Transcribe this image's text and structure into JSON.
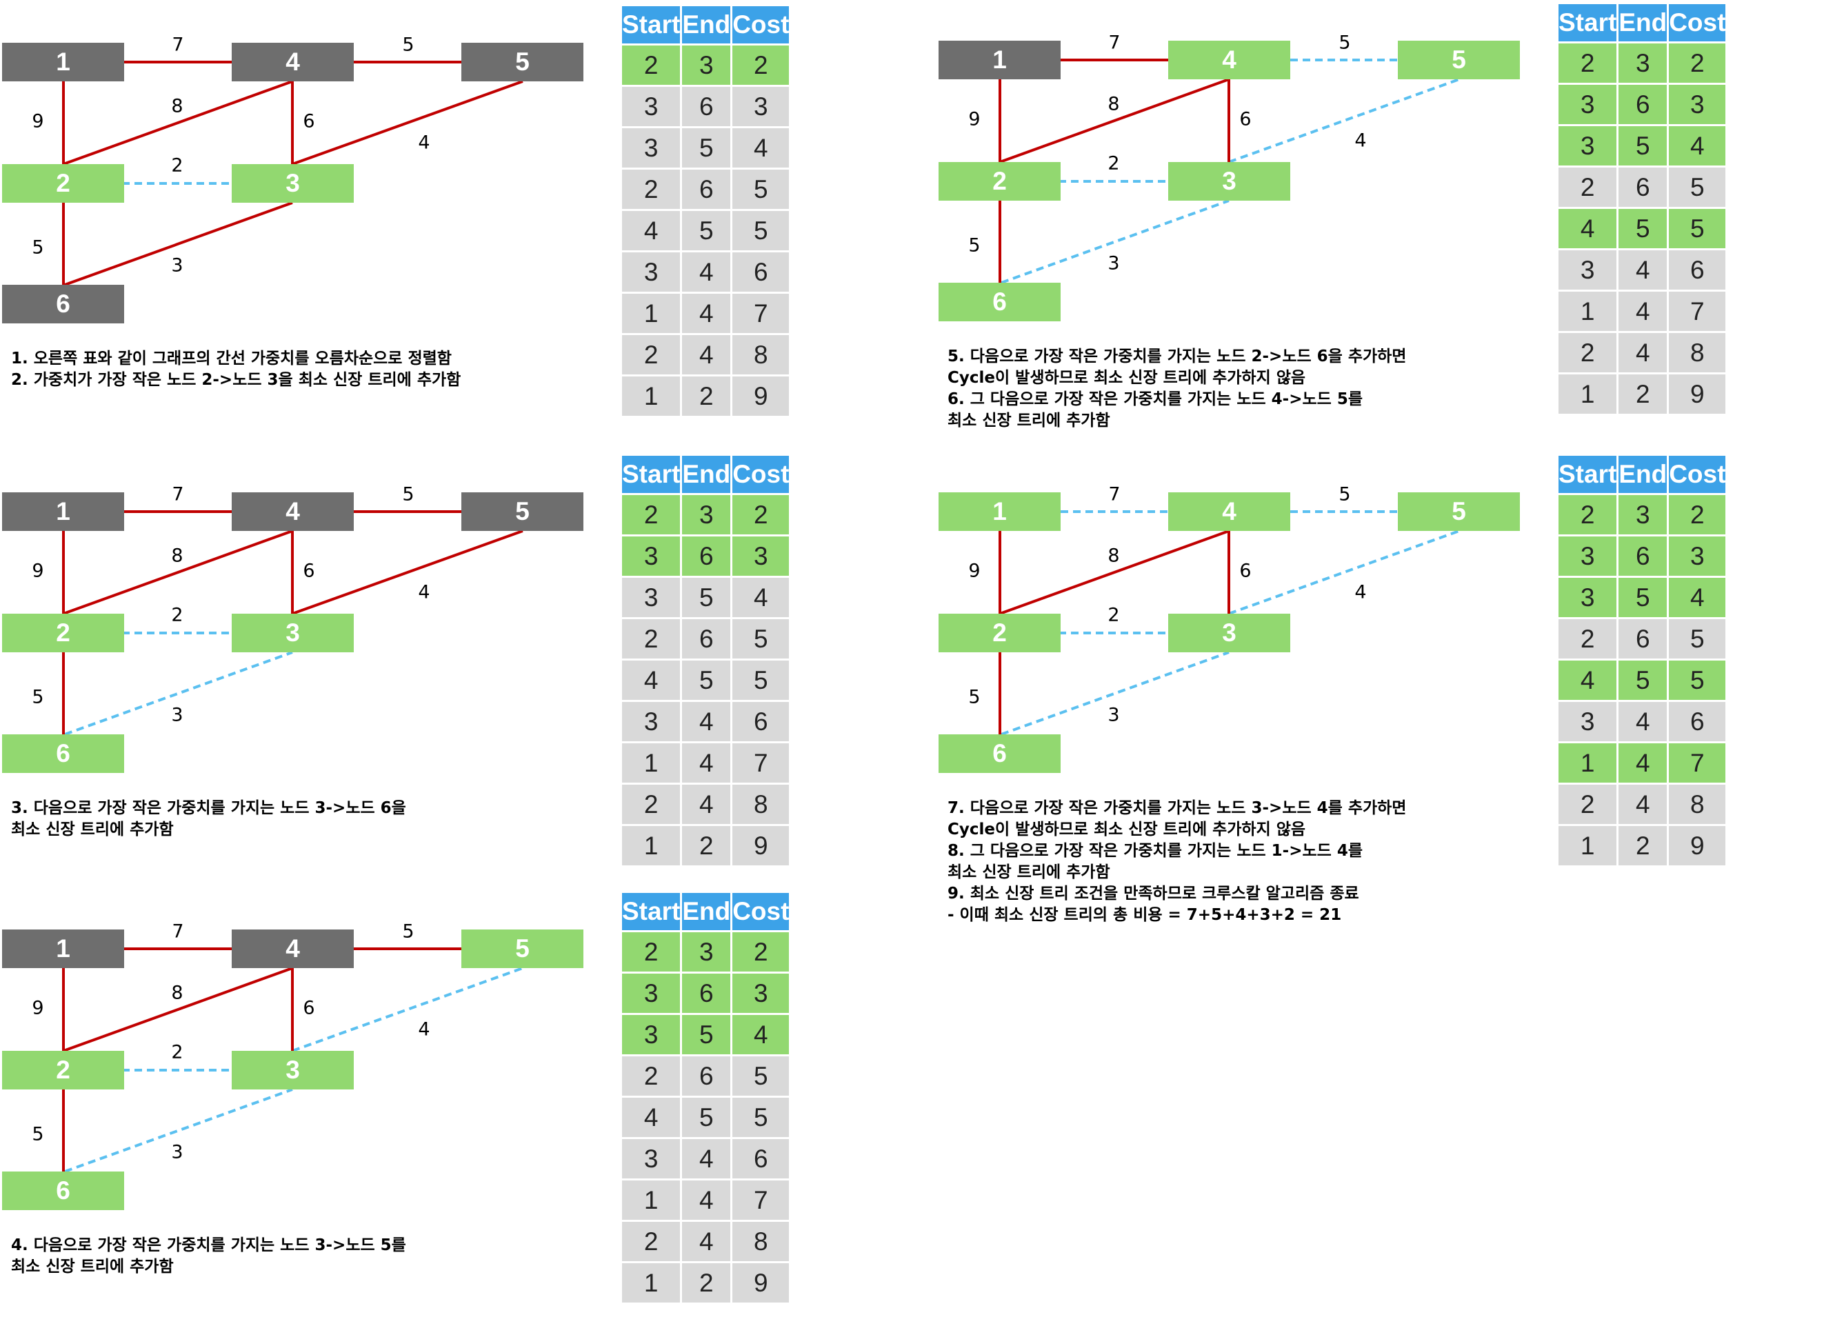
{
  "node_colors": {
    "gray": "#6e6e6e",
    "green": "#92d870"
  },
  "edge_colors": {
    "solid": "#c00000",
    "dashed": "#5bc0f0"
  },
  "table_header_color": "#3ca2e8",
  "table_headers": [
    "Start",
    "End",
    "Cost"
  ],
  "edges": [
    {
      "start": "2",
      "end": "3",
      "cost": "2"
    },
    {
      "start": "3",
      "end": "6",
      "cost": "3"
    },
    {
      "start": "3",
      "end": "5",
      "cost": "4"
    },
    {
      "start": "2",
      "end": "6",
      "cost": "5"
    },
    {
      "start": "4",
      "end": "5",
      "cost": "5"
    },
    {
      "start": "3",
      "end": "4",
      "cost": "6"
    },
    {
      "start": "1",
      "end": "4",
      "cost": "7"
    },
    {
      "start": "2",
      "end": "4",
      "cost": "8"
    },
    {
      "start": "1",
      "end": "2",
      "cost": "9"
    }
  ],
  "panels": [
    {
      "id": "p1",
      "node_states": {
        "1": "gray",
        "2": "green",
        "3": "green",
        "4": "gray",
        "5": "gray",
        "6": "gray"
      },
      "edge_states": [
        "dashed",
        "solid",
        "solid",
        "solid",
        "solid",
        "solid",
        "solid",
        "solid",
        "solid"
      ],
      "table_selected": [
        true,
        false,
        false,
        false,
        false,
        false,
        false,
        false,
        false
      ],
      "description": [
        "1. 오른쪽 표와 같이 그래프의 간선 가중치를 오름차순으로 정렬함",
        "2. 가중치가 가장 작은 노드 2->노드 3을 최소 신장 트리에 추가함"
      ]
    },
    {
      "id": "p2",
      "node_states": {
        "1": "gray",
        "2": "green",
        "3": "green",
        "4": "gray",
        "5": "gray",
        "6": "green"
      },
      "edge_states": [
        "dashed",
        "dashed",
        "solid",
        "solid",
        "solid",
        "solid",
        "solid",
        "solid",
        "solid"
      ],
      "table_selected": [
        true,
        true,
        false,
        false,
        false,
        false,
        false,
        false,
        false
      ],
      "description": [
        "3. 다음으로 가장 작은 가중치를 가지는 노드 3->노드 6을",
        "최소 신장 트리에 추가함"
      ]
    },
    {
      "id": "p3",
      "node_states": {
        "1": "gray",
        "2": "green",
        "3": "green",
        "4": "gray",
        "5": "green",
        "6": "green"
      },
      "edge_states": [
        "dashed",
        "dashed",
        "dashed",
        "solid",
        "solid",
        "solid",
        "solid",
        "solid",
        "solid"
      ],
      "table_selected": [
        true,
        true,
        true,
        false,
        false,
        false,
        false,
        false,
        false
      ],
      "description": [
        "4. 다음으로 가장 작은 가중치를 가지는 노드 3->노드 5를",
        "최소 신장 트리에 추가함"
      ]
    },
    {
      "id": "p4",
      "node_states": {
        "1": "gray",
        "2": "green",
        "3": "green",
        "4": "green",
        "5": "green",
        "6": "green"
      },
      "edge_states": [
        "dashed",
        "dashed",
        "dashed",
        "solid",
        "dashed",
        "solid",
        "solid",
        "solid",
        "solid"
      ],
      "table_selected": [
        true,
        true,
        true,
        false,
        true,
        false,
        false,
        false,
        false
      ],
      "description": [
        "5. 다음으로 가장 작은 가중치를 가지는 노드 2->노드 6을 추가하면",
        "Cycle이 발생하므로 최소 신장 트리에 추가하지 않음",
        "6. 그 다음으로 가장 작은 가중치를 가지는 노드 4->노드 5를",
        "최소 신장 트리에 추가함"
      ]
    },
    {
      "id": "p5",
      "node_states": {
        "1": "green",
        "2": "green",
        "3": "green",
        "4": "green",
        "5": "green",
        "6": "green"
      },
      "edge_states": [
        "dashed",
        "dashed",
        "dashed",
        "solid",
        "dashed",
        "solid",
        "dashed",
        "solid",
        "solid"
      ],
      "table_selected": [
        true,
        true,
        true,
        false,
        true,
        false,
        true,
        false,
        false
      ],
      "description": [
        "7. 다음으로 가장 작은 가중치를 가지는 노드 3->노드 4를 추가하면",
        "Cycle이 발생하므로 최소 신장 트리에 추가하지 않음",
        "8. 그 다음으로 가장 작은 가중치를 가지는 노드 1->노드 4를",
        "최소 신장 트리에 추가함",
        "9. 최소 신장 트리 조건을 만족하므로 크루스칼 알고리즘 종료",
        "- 이때 최소 신장 트리의 총 비용 = 7+5+4+3+2 = 21"
      ]
    }
  ]
}
